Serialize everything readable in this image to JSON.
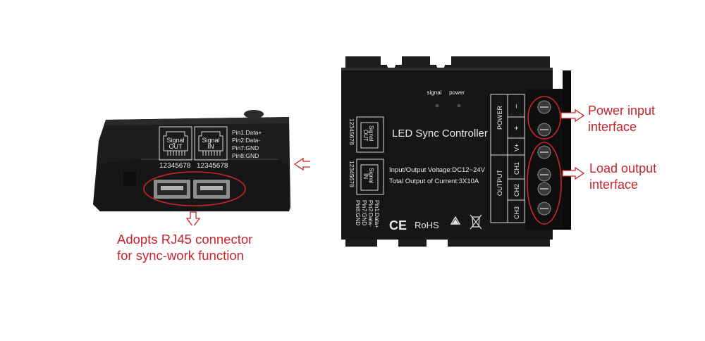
{
  "left_device": {
    "port_labels": [
      "Signal",
      "OUT",
      "Signal",
      "IN"
    ],
    "pin_numbers": "12345678",
    "pin_info": [
      "Pin1:Data+",
      "Pin2:Data-",
      "Pin7:GND",
      "Pin8:GND"
    ]
  },
  "right_device": {
    "title": "LED Sync Controller",
    "led_labels": [
      "signal",
      "power"
    ],
    "voltage_text": "Input/Output Voltage:DC12~24V",
    "current_text": "Total  Output of Current:3X10A",
    "power_label": "POWER",
    "output_label": "OUTPUT",
    "terminal_labels": [
      "−",
      "+",
      "V+",
      "CH1",
      "CH2",
      "CH3"
    ],
    "certifications": [
      "CE",
      "RoHS"
    ],
    "port_labels": [
      "Signal",
      "OUT",
      "Signal",
      "IN"
    ],
    "pin_numbers": "12345678",
    "pin_info": [
      "Pin1:Data+",
      "Pin2:Data-",
      "Pin7:GND",
      "Pin8:GND"
    ]
  },
  "annotations": {
    "rj45_line1": "Adopts RJ45 connector",
    "rj45_line2": "for sync-work function",
    "power_line1": "Power input",
    "power_line2": "interface",
    "load_line1": "Load output",
    "load_line2": "interface"
  },
  "colors": {
    "annotation": "#c8242b",
    "device": "#1b1b1b"
  }
}
